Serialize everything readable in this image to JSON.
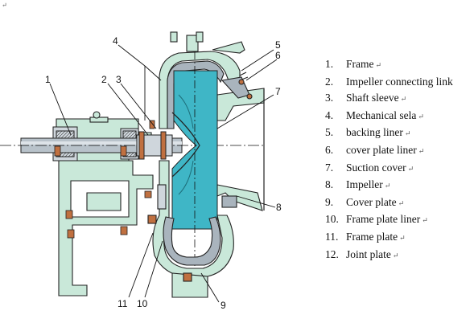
{
  "corner_mark": "↵",
  "callouts": {
    "c1": "1",
    "c2": "2",
    "c3": "3",
    "c4": "4",
    "c5": "5",
    "c6": "6",
    "c7": "7",
    "c8": "8",
    "c9": "9",
    "c10": "10",
    "c11": "11"
  },
  "legend": {
    "items": [
      {
        "num": "1.",
        "text": "Frame"
      },
      {
        "num": "2.",
        "text": "Impeller connecting link"
      },
      {
        "num": "3.",
        "text": "Shaft sleeve"
      },
      {
        "num": "4.",
        "text": "Mechanical sela"
      },
      {
        "num": "5.",
        "text": "backing liner"
      },
      {
        "num": "6.",
        "text": "cover plate liner"
      },
      {
        "num": "7.",
        "text": "Suction cover"
      },
      {
        "num": "8.",
        "text": "Impeller"
      },
      {
        "num": "9.",
        "text": "Cover plate"
      },
      {
        "num": "10.",
        "text": "Frame plate liner"
      },
      {
        "num": "11.",
        "text": "Frame plate"
      },
      {
        "num": "12.",
        "text": "Joint plate"
      }
    ],
    "line_end_mark": "↵"
  },
  "colors": {
    "frame_fill": "#c9e8d9",
    "liner_fill": "#a9b4bd",
    "impeller_fill": "#3fb6c6",
    "outline": "#222222",
    "bolt": "#c07040"
  }
}
